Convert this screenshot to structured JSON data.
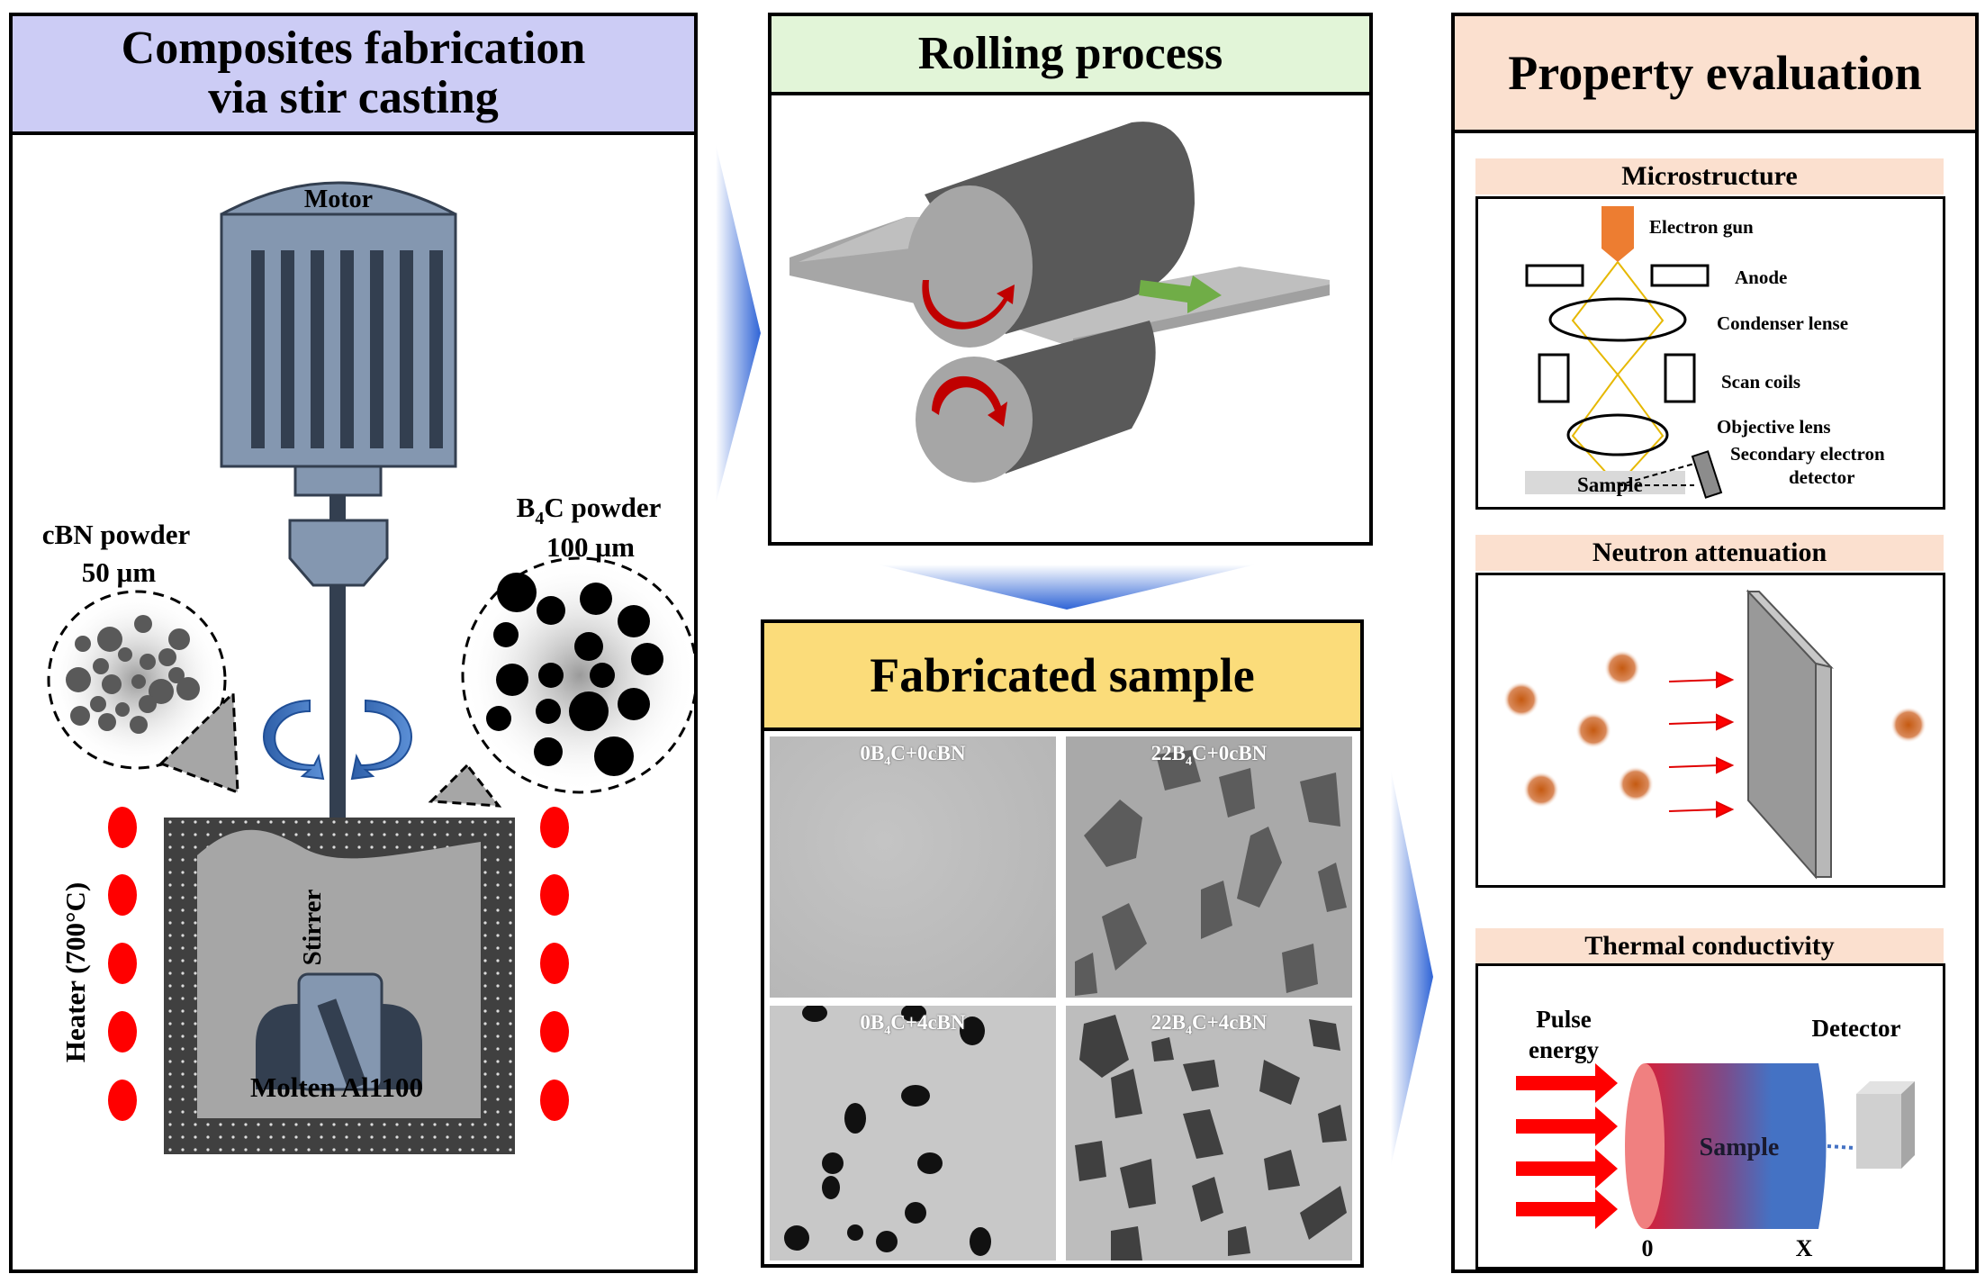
{
  "panels": {
    "casting": {
      "title_line1": "Composites fabrication",
      "title_line2": "via stir casting",
      "header_color": "#ccccf5",
      "motor_label": "Motor",
      "cbn_label": "cBN powder",
      "cbn_size": "50 µm",
      "b4c_label_main": "B",
      "b4c_label_sub": "4",
      "b4c_label_rest": "C powder",
      "b4c_size": "100 µm",
      "stirrer_label": "Stirrer",
      "heater_label": "Heater (700°C)",
      "melt_label": "Molten Al1100"
    },
    "rolling": {
      "title": "Rolling process",
      "header_color": "#e2f5d8"
    },
    "fabricated": {
      "title": "Fabricated sample",
      "header_color": "#fbdc7a",
      "samples": [
        {
          "label_pre": "0B",
          "label_sub": "4",
          "label_post": "C+0cBN"
        },
        {
          "label_pre": "22B",
          "label_sub": "4",
          "label_post": "C+0cBN"
        },
        {
          "label_pre": "0B",
          "label_sub": "4",
          "label_post": "C+4cBN"
        },
        {
          "label_pre": "22B",
          "label_sub": "4",
          "label_post": "C+4cBN"
        }
      ]
    },
    "property": {
      "title": "Property evaluation",
      "header_color": "#fbe0cf",
      "microstructure": {
        "title": "Microstructure",
        "labels": {
          "electron_gun": "Electron gun",
          "anode": "Anode",
          "condenser": "Condenser lense",
          "scan_coils": "Scan coils",
          "objective": "Objective lens",
          "detector_line1": "Secondary electron",
          "detector_line2": "detector",
          "sample": "Sample"
        }
      },
      "neutron": {
        "title": "Neutron attenuation"
      },
      "thermal": {
        "title": "Thermal conductivity",
        "pulse_line1": "Pulse",
        "pulse_line2": "energy",
        "detector": "Detector",
        "sample": "Sample",
        "axis_start": "0",
        "axis_end": "X"
      }
    }
  },
  "colors": {
    "flow_arrow": "#3a6fd8",
    "heater": "#ff0000",
    "motor_body": "#8497b0",
    "motor_dark": "#333f50",
    "electron_gun": "#ed7d31",
    "neutron": "#c55a11",
    "roll_arrow": "#c00000",
    "output_arrow": "#70ad47"
  }
}
